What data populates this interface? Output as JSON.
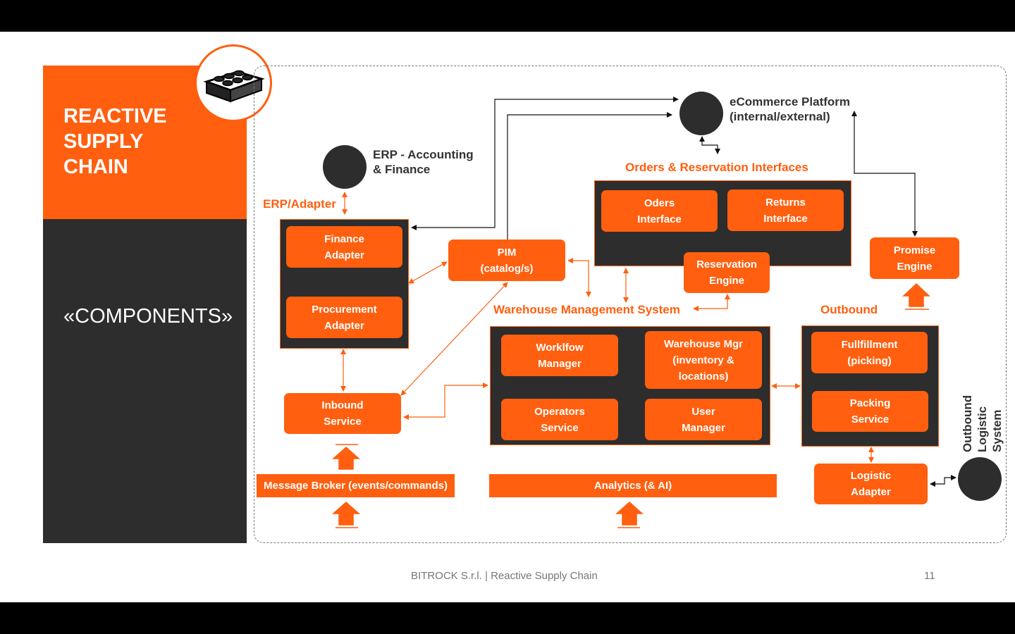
{
  "sidebar": {
    "title": "REACTIVE\nSUPPLY\nCHAIN",
    "subtitle": "«COMPONENTS»"
  },
  "labels": {
    "erp": "ERP - Accounting\n& Finance",
    "ecommerce": "eCommerce Platform\n(internal/external)",
    "outbound_logistic": "Outbound\nLogistic System"
  },
  "sections": {
    "erp_adapter": "ERP/Adapter",
    "orders": "Orders & Reservation Interfaces",
    "wms": "Warehouse Management System",
    "outbound": "Outbound"
  },
  "boxes": {
    "finance_adapter": "Finance\nAdapter",
    "procurement_adapter": "Procurement\nAdapter",
    "pim": "PIM\n(catalog/s)",
    "orders_interface": "Oders\nInterface",
    "returns_interface": "Returns\nInterface",
    "reservation_engine": "Reservation\nEngine",
    "promise_engine": "Promise\nEngine",
    "workflow_manager": "Worklfow\nManager",
    "warehouse_mgr": "Warehouse Mgr\n(inventory &\nlocations)",
    "operators_service": "Operators\nService",
    "user_manager": "User\nManager",
    "fulfillment": "Fullfillment\n(picking)",
    "packing_service": "Packing\nService",
    "logistic_adapter": "Logistic\nAdapter",
    "inbound_service": "Inbound\nService"
  },
  "bars": {
    "message_broker": "Message Broker (events/commands)",
    "analytics": "Analytics (& AI)"
  },
  "footer": {
    "text": "BITROCK S.r.l.  |  Reactive Supply Chain",
    "page": "11"
  },
  "colors": {
    "accent": "#ff5f0f",
    "dark": "#2d2d2d"
  },
  "icons": {
    "header_icon": "lego-brick-icon"
  }
}
